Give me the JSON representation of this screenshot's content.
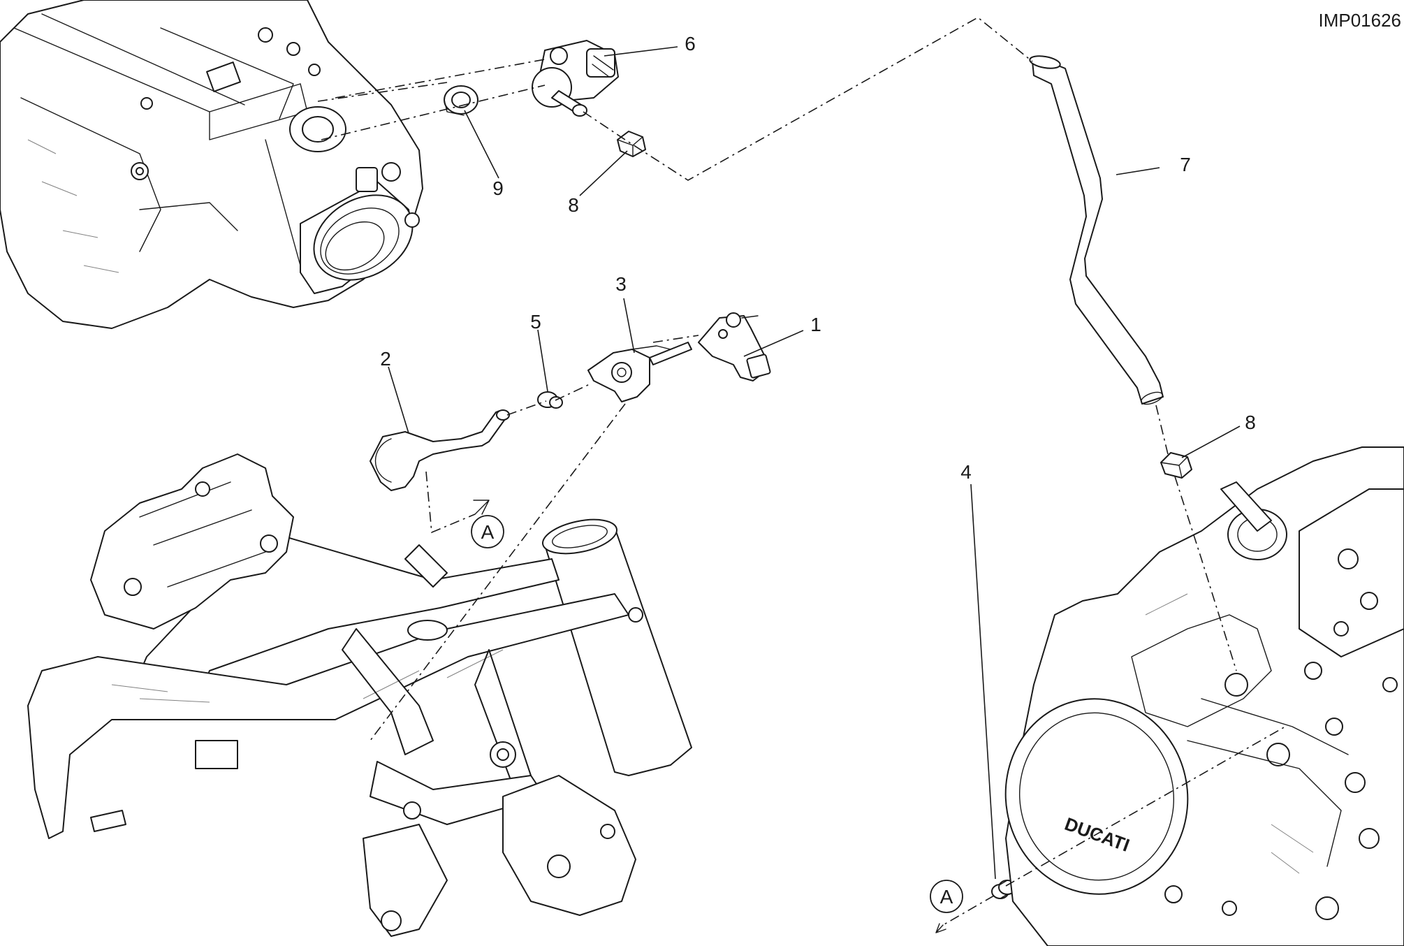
{
  "drawing_ref": "IMP01626",
  "callouts": {
    "c1": "1",
    "c2": "2",
    "c3": "3",
    "c4": "4",
    "c5": "5",
    "c6": "6",
    "c7": "7",
    "c8_top": "8",
    "c8_right": "8",
    "c9": "9"
  },
  "connection_markers": {
    "a_left": "A",
    "a_right": "A"
  }
}
